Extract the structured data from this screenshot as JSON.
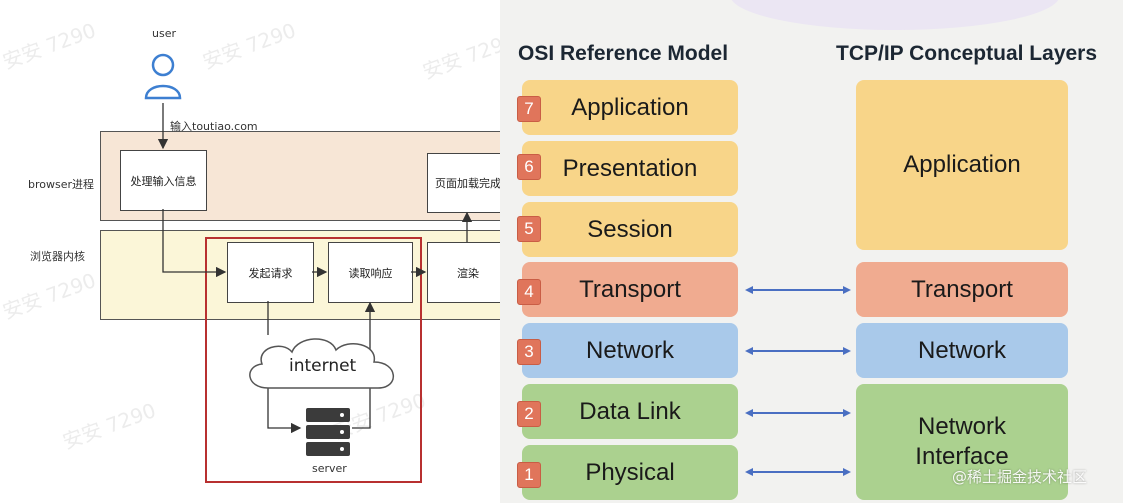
{
  "left_diagram": {
    "user_label": "user",
    "input_label": "输入toutiao.com",
    "browser_process_label": "browser进程",
    "kernel_label": "浏览器内核",
    "handle_input": "处理输入信息",
    "page_loaded": "页面加载完成",
    "send_request": "发起请求",
    "read_response": "读取响应",
    "render": "渲染",
    "internet": "internet",
    "server": "server"
  },
  "osi": {
    "title": "OSI Reference Model",
    "layers": [
      {
        "num": "7",
        "name": "Application"
      },
      {
        "num": "6",
        "name": "Presentation"
      },
      {
        "num": "5",
        "name": "Session"
      },
      {
        "num": "4",
        "name": "Transport"
      },
      {
        "num": "3",
        "name": "Network"
      },
      {
        "num": "2",
        "name": "Data Link"
      },
      {
        "num": "1",
        "name": "Physical"
      }
    ]
  },
  "tcpip": {
    "title": "TCP/IP Conceptual Layers",
    "layers": [
      "Application",
      "Transport",
      "Network",
      "Network Interface"
    ]
  },
  "watermark": "安安 7290",
  "corner_watermark": "@稀土掘金技术社区",
  "colors": {
    "application": "#f8d589",
    "transport": "#f0ab90",
    "network": "#a9c9ea",
    "link": "#abd18f",
    "number_badge": "#e0755b",
    "arrow": "#4a6fc2",
    "red_frame": "#b83030"
  }
}
